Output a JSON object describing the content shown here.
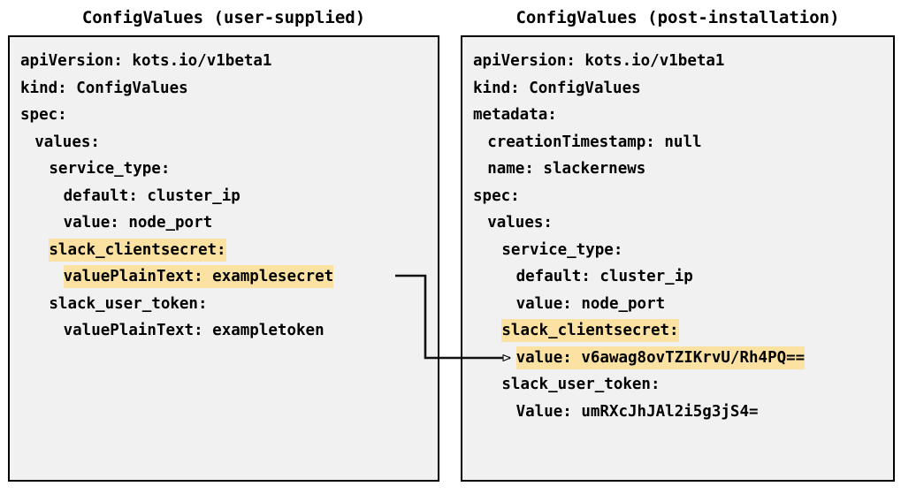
{
  "figure": {
    "kind": "two-panel-yaml-comparison",
    "background_color": "#ffffff",
    "box_fill_color": "#f1f1f1",
    "box_border_color": "#000000",
    "highlight_color": "#fce2a2",
    "connector_color": "#000000"
  },
  "left_panel": {
    "title": "ConfigValues (user-supplied)",
    "lines": [
      {
        "text": "apiVersion: kots.io/v1beta1",
        "indent": 0,
        "highlight": false
      },
      {
        "text": "kind: ConfigValues",
        "indent": 0,
        "highlight": false
      },
      {
        "text": "spec:",
        "indent": 0,
        "highlight": false
      },
      {
        "text": "values:",
        "indent": 1,
        "highlight": false
      },
      {
        "text": "service_type:",
        "indent": 2,
        "highlight": false
      },
      {
        "text": "default: cluster_ip",
        "indent": 3,
        "highlight": false
      },
      {
        "text": "value: node_port",
        "indent": 3,
        "highlight": false
      },
      {
        "text": "slack_clientsecret:",
        "indent": 2,
        "highlight": true
      },
      {
        "text": "valuePlainText: examplesecret",
        "indent": 3,
        "highlight": true
      },
      {
        "text": "slack_user_token:",
        "indent": 2,
        "highlight": false
      },
      {
        "text": "valuePlainText: exampletoken",
        "indent": 3,
        "highlight": false
      }
    ]
  },
  "right_panel": {
    "title": "ConfigValues (post-installation)",
    "lines": [
      {
        "text": "apiVersion: kots.io/v1beta1",
        "indent": 0,
        "highlight": false
      },
      {
        "text": "kind: ConfigValues",
        "indent": 0,
        "highlight": false
      },
      {
        "text": "metadata:",
        "indent": 0,
        "highlight": false
      },
      {
        "text": "creationTimestamp: null",
        "indent": 1,
        "highlight": false
      },
      {
        "text": "name: slackernews",
        "indent": 1,
        "highlight": false
      },
      {
        "text": "spec:",
        "indent": 0,
        "highlight": false
      },
      {
        "text": "values:",
        "indent": 1,
        "highlight": false
      },
      {
        "text": "service_type:",
        "indent": 2,
        "highlight": false
      },
      {
        "text": "default: cluster_ip",
        "indent": 3,
        "highlight": false
      },
      {
        "text": "value: node_port",
        "indent": 3,
        "highlight": false
      },
      {
        "text": "slack_clientsecret:",
        "indent": 2,
        "highlight": true
      },
      {
        "text": "value: v6awag8ovTZIKrvU/Rh4PQ==",
        "indent": 3,
        "highlight": true
      },
      {
        "text": "slack_user_token:",
        "indent": 2,
        "highlight": false
      },
      {
        "text": "Value: umRXcJhJAl2i5g3jS4=",
        "indent": 3,
        "highlight": false
      }
    ]
  },
  "connector": {
    "description": "elbow arrow from left panel valuePlainText line to right panel value line",
    "from_label": "valuePlainText: examplesecret",
    "to_label": "value: v6awag8ovTZIKrvU/Rh4PQ=="
  }
}
